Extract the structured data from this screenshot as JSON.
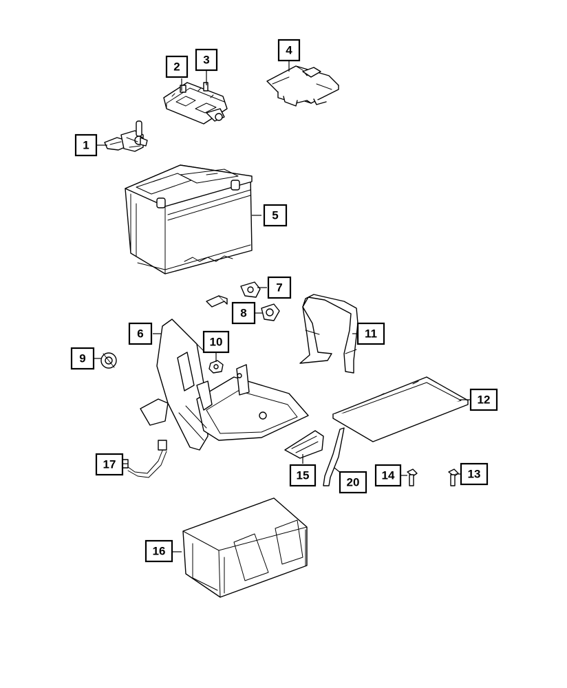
{
  "callouts": [
    {
      "label": "1"
    },
    {
      "label": "2"
    },
    {
      "label": "3"
    },
    {
      "label": "4"
    },
    {
      "label": "5"
    },
    {
      "label": "6"
    },
    {
      "label": "7"
    },
    {
      "label": "8"
    },
    {
      "label": "9"
    },
    {
      "label": "10"
    },
    {
      "label": "11"
    },
    {
      "label": "12"
    },
    {
      "label": "13"
    },
    {
      "label": "14"
    },
    {
      "label": "15"
    },
    {
      "label": "16"
    },
    {
      "label": "17"
    },
    {
      "label": "20"
    }
  ]
}
